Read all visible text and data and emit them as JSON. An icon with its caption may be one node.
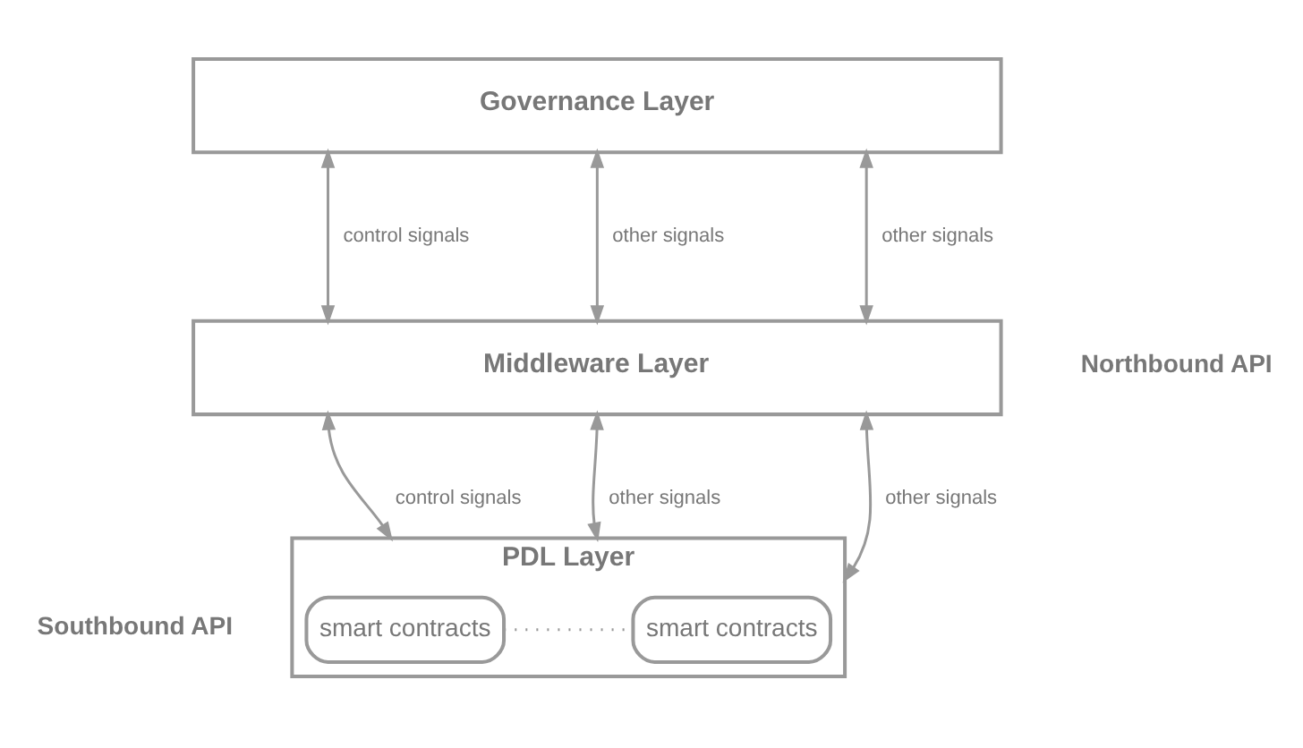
{
  "diagram": {
    "nodes": [
      {
        "text": [
          "Governance Layer"
        ]
      },
      {
        "text": [
          "Middleware Layer"
        ]
      },
      {
        "text": [
          "PDL Layer"
        ]
      },
      {
        "text": [
          "smart contracts"
        ],
        "in": 2
      },
      {
        "text": [
          "smart contracts"
        ],
        "in": 2
      }
    ],
    "edges": [
      {
        "from": 0,
        "to": 1,
        "arrow": "both",
        "label": "control signals"
      },
      {
        "from": 0,
        "to": 1,
        "arrow": "both",
        "label": "other signals"
      },
      {
        "from": 0,
        "to": 1,
        "arrow": "both",
        "label": "other signals"
      },
      {
        "from": 1,
        "to": 2,
        "arrow": "both",
        "label": "control signals"
      },
      {
        "from": 1,
        "to": 2,
        "arrow": "both",
        "label": "other signals"
      },
      {
        "from": 1,
        "to": 2,
        "arrow": "both",
        "label": "other signals"
      },
      {
        "from": 3,
        "to": 4,
        "arrow": "none",
        "style": "dashed"
      }
    ],
    "labels": [
      "Northbound API",
      "Southbound API"
    ]
  }
}
